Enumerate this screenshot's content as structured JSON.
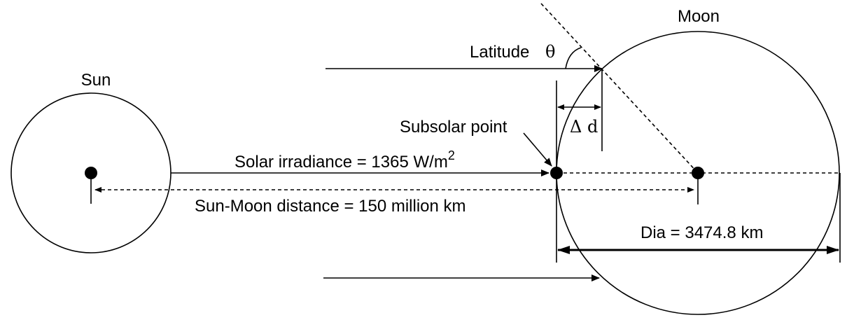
{
  "labels": {
    "sun": "Sun",
    "moon": "Moon",
    "latitude": "Latitude",
    "theta": "θ",
    "subsolar_point": "Subsolar point",
    "delta_d": "Δ d",
    "solar_irradiance": "Solar irradiance = 1365 W/m",
    "solar_irradiance_exp": "2",
    "sun_moon_distance": "Sun-Moon distance = 150 million km",
    "diameter": "Dia = 3474.8 km"
  },
  "colors": {
    "stroke": "#000000",
    "background": "#ffffff"
  }
}
